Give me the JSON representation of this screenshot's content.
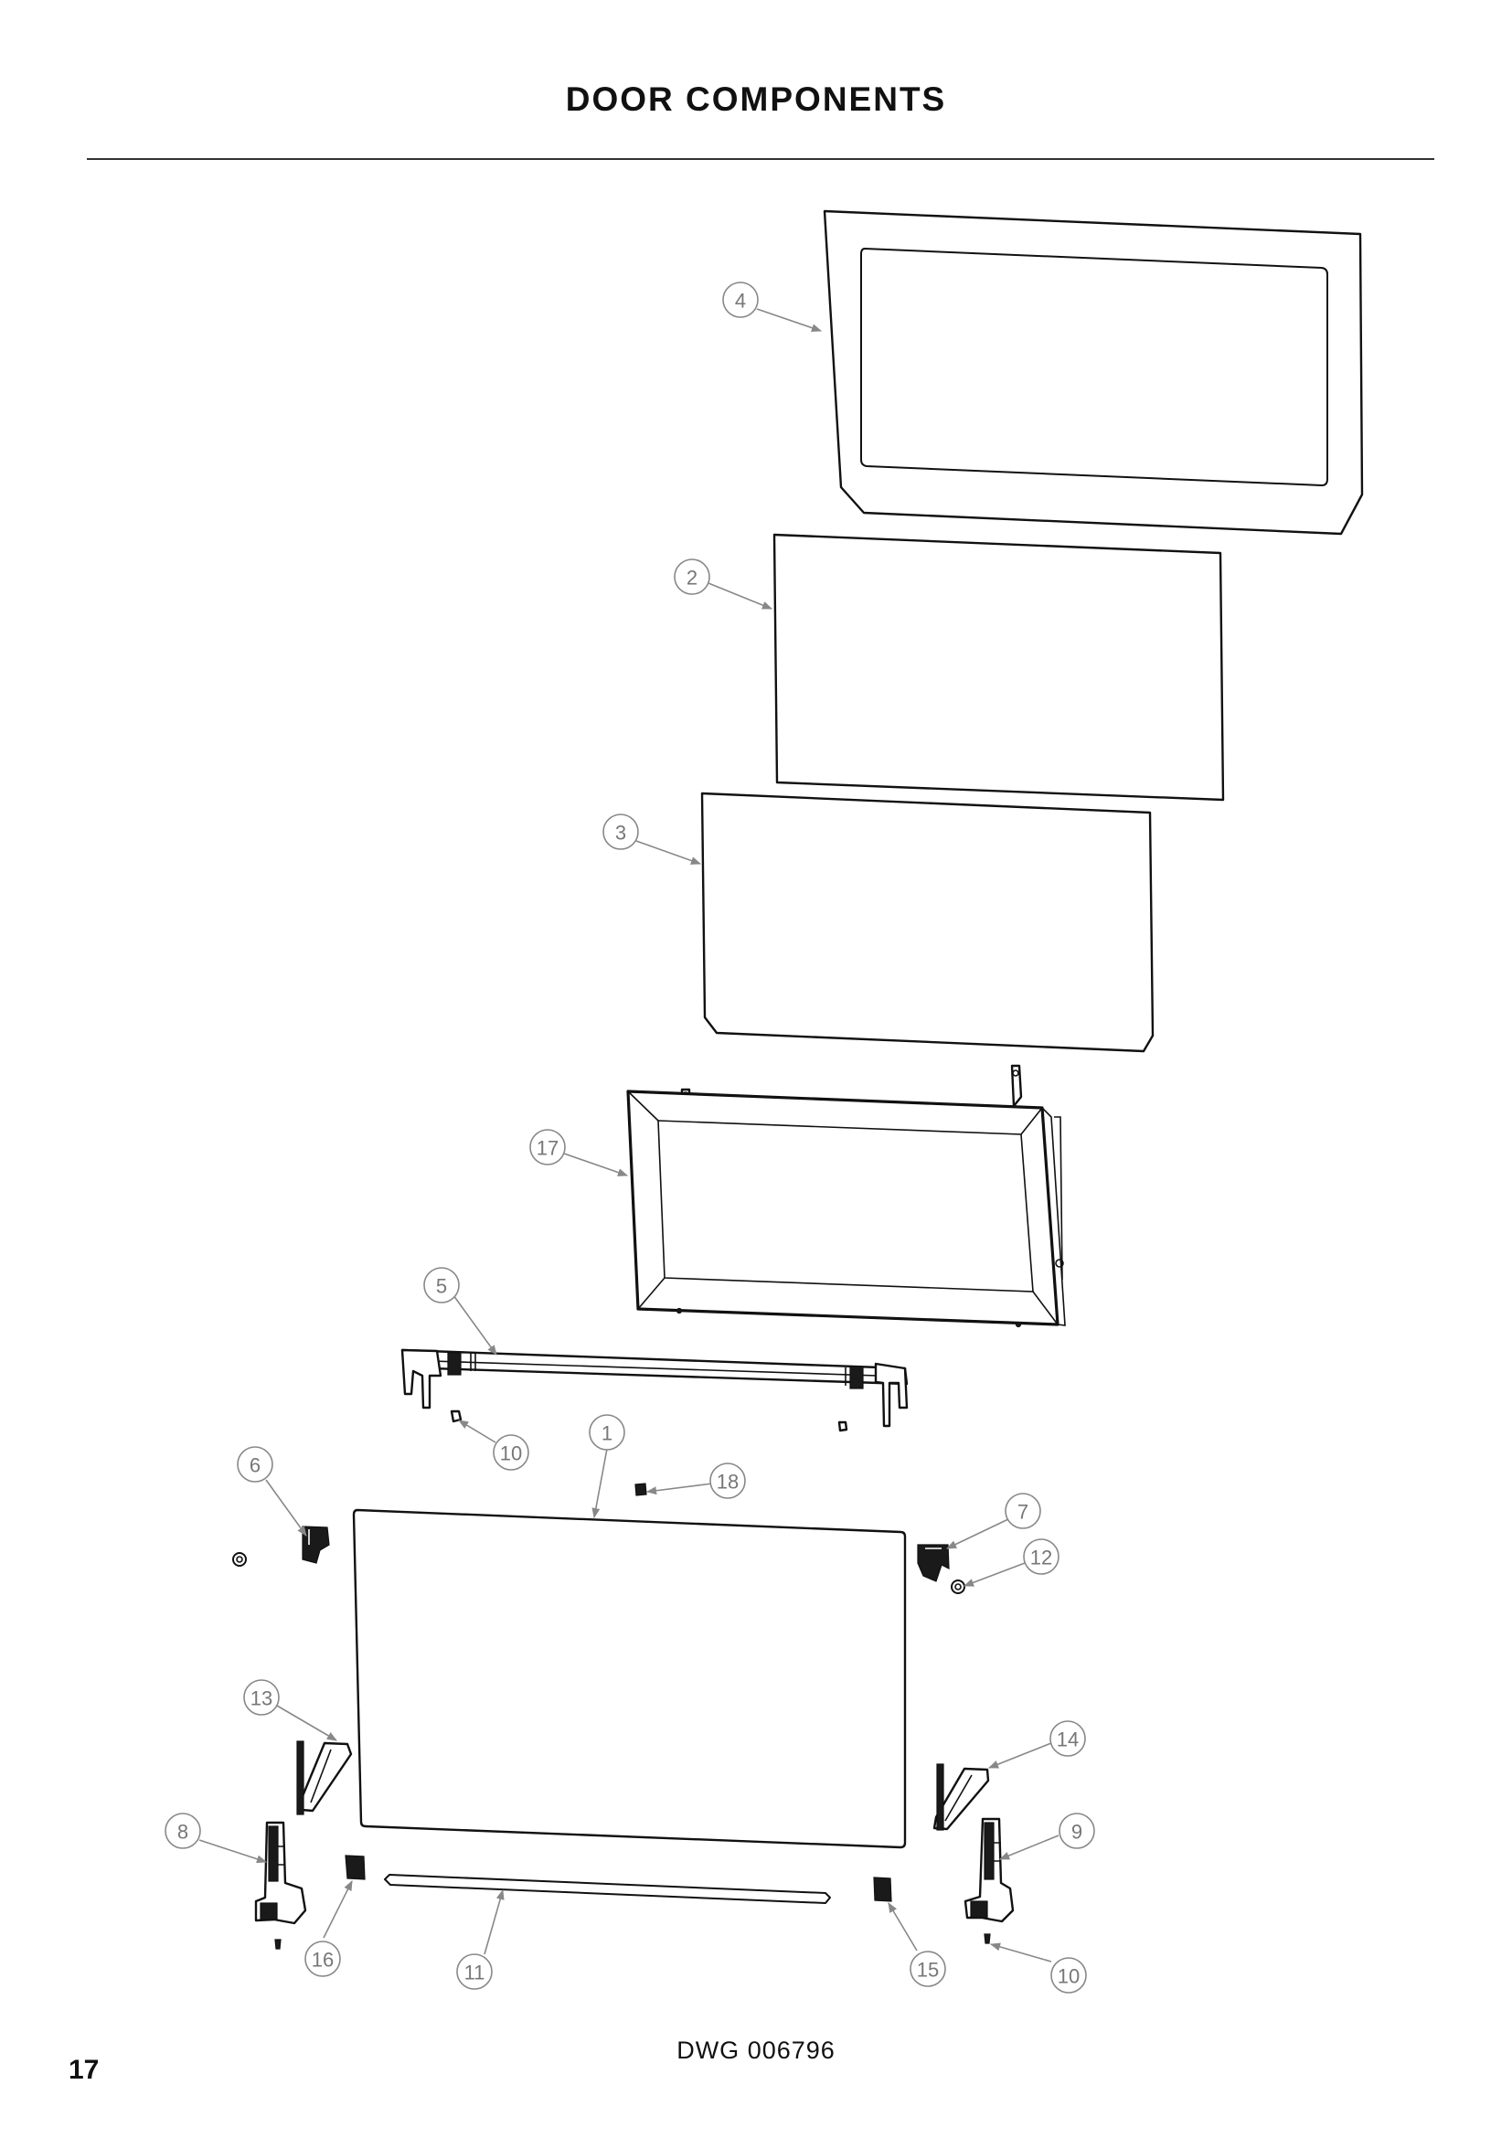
{
  "page": {
    "title": "DOOR COMPONENTS",
    "drawing_number": "DWG 006796",
    "page_number": "17"
  },
  "callouts": [
    {
      "id": "4",
      "label": "4"
    },
    {
      "id": "2",
      "label": "2"
    },
    {
      "id": "3",
      "label": "3"
    },
    {
      "id": "17",
      "label": "17"
    },
    {
      "id": "5",
      "label": "5"
    },
    {
      "id": "1",
      "label": "1"
    },
    {
      "id": "10a",
      "label": "10"
    },
    {
      "id": "18",
      "label": "18"
    },
    {
      "id": "6",
      "label": "6"
    },
    {
      "id": "7",
      "label": "7"
    },
    {
      "id": "12",
      "label": "12"
    },
    {
      "id": "13",
      "label": "13"
    },
    {
      "id": "14",
      "label": "14"
    },
    {
      "id": "8",
      "label": "8"
    },
    {
      "id": "9",
      "label": "9"
    },
    {
      "id": "16",
      "label": "16"
    },
    {
      "id": "11",
      "label": "11"
    },
    {
      "id": "15",
      "label": "15"
    },
    {
      "id": "10b",
      "label": "10"
    }
  ]
}
